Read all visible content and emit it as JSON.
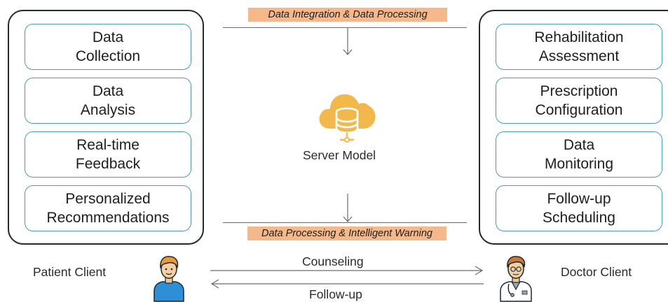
{
  "left_panel": {
    "modules": [
      {
        "label_line1": "Data",
        "label_line2": "Collection"
      },
      {
        "label_line1": "Data",
        "label_line2": "Analysis"
      },
      {
        "label_line1": "Real-time",
        "label_line2": "Feedback"
      },
      {
        "label_line1": "Personalized",
        "label_line2": "Recommendations"
      }
    ]
  },
  "right_panel": {
    "modules": [
      {
        "label_line1": "Rehabilitation",
        "label_line2": "Assessment"
      },
      {
        "label_line1": "Prescription",
        "label_line2": "Configuration"
      },
      {
        "label_line1": "Data",
        "label_line2": "Monitoring"
      },
      {
        "label_line1": "Follow-up",
        "label_line2": "Scheduling"
      }
    ]
  },
  "server": {
    "top_banner": "Data Integration & Data Processing",
    "bottom_banner": "Data Processing & Intelligent Warning",
    "label": "Server Model",
    "icon": "cloud-database-icon",
    "icon_color": "#f2b84b"
  },
  "clients": {
    "patient_label": "Patient Client",
    "doctor_label": "Doctor Client",
    "patient_icon": "patient-avatar-icon",
    "doctor_icon": "doctor-avatar-icon"
  },
  "flows": {
    "to_doctor": "Counseling",
    "to_patient": "Follow-up"
  },
  "colors": {
    "banner": "#f5b88a",
    "module_border": "#4a9bb0",
    "panel_border": "#1f2a33"
  }
}
